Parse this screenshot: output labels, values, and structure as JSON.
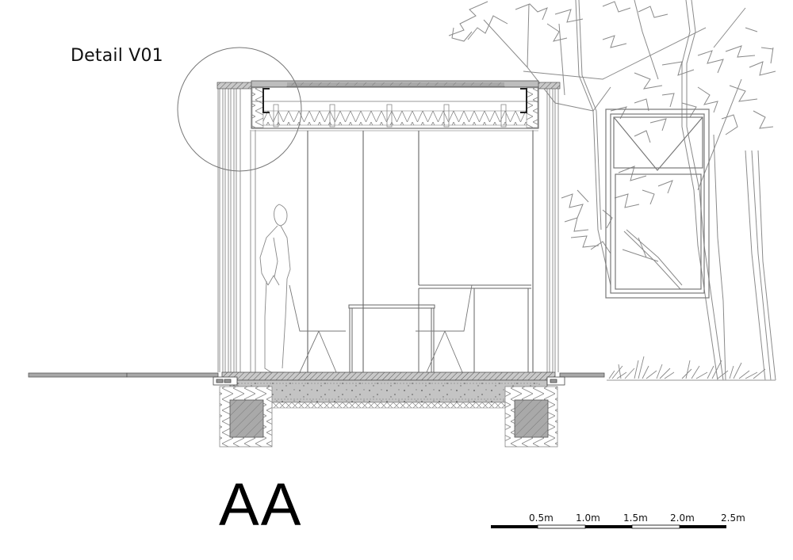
{
  "drawing": {
    "title": "AA",
    "detail_callout": "Detail V01",
    "colors": {
      "line": "#555555",
      "light_line": "#9a9a9a",
      "fill_concrete": "#bdbdbd",
      "fill_screed": "#a8a8a8",
      "ink": "#000000"
    }
  },
  "scale_bar": {
    "labels": [
      "0.5m",
      "1.0m",
      "1.5m",
      "2.0m",
      "2.5m"
    ],
    "unit": "m"
  }
}
